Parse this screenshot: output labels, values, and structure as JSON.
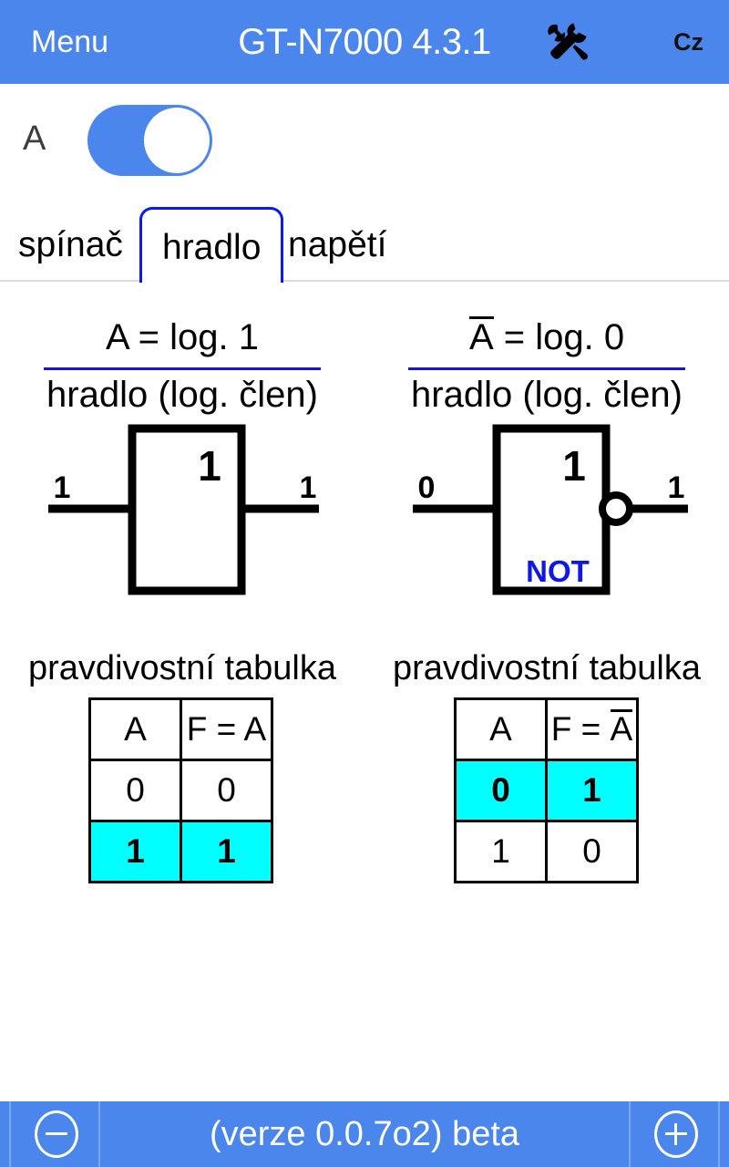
{
  "header": {
    "menu_label": "Menu",
    "title": "GT-N7000 4.3.1",
    "tools_icon": "hammer-wrench-icon",
    "language_label": "Cz",
    "background_color": "#4b86ec"
  },
  "toggle": {
    "label": "A",
    "state": "on",
    "accent_color": "#4b86ec"
  },
  "tabs": {
    "active_index": 1,
    "active_color": "#0c18ec",
    "items": [
      {
        "label": "spínač"
      },
      {
        "label": "hradlo"
      },
      {
        "label": "napětí"
      }
    ]
  },
  "panels": [
    {
      "equation_prefix": "",
      "equation_var": "A",
      "equation_overline": false,
      "equation_suffix": " = log. 1",
      "rule_color": "#1613e0",
      "subtitle": "hradlo (log. člen)",
      "gate": {
        "type": "buffer",
        "symbol": "1",
        "input_value": "1",
        "output_value": "1",
        "inverted": false,
        "tag": "",
        "tag_color": "#0c18ec"
      },
      "table_caption": "pravdivostní tabulka",
      "table": {
        "headers": [
          "A",
          "F = A"
        ],
        "header_overline_col": -1,
        "rows": [
          {
            "cells": [
              "0",
              "0"
            ],
            "highlighted": false
          },
          {
            "cells": [
              "1",
              "1"
            ],
            "highlighted": true
          }
        ],
        "highlight_color": "#00ffff"
      }
    },
    {
      "equation_prefix": "",
      "equation_var": "A",
      "equation_overline": true,
      "equation_suffix": " = log. 0",
      "rule_color": "#1613e0",
      "subtitle": "hradlo (log. člen)",
      "gate": {
        "type": "inverter",
        "symbol": "1",
        "input_value": "0",
        "output_value": "1",
        "inverted": true,
        "tag": "NOT",
        "tag_color": "#0c18ec"
      },
      "table_caption": "pravdivostní tabulka",
      "table": {
        "headers": [
          "A",
          "F = A"
        ],
        "header_overline_col": 1,
        "rows": [
          {
            "cells": [
              "0",
              "1"
            ],
            "highlighted": true
          },
          {
            "cells": [
              "1",
              "0"
            ],
            "highlighted": false
          }
        ],
        "highlight_color": "#00ffff"
      }
    }
  ],
  "footer": {
    "version_text": "(verze 0.0.7o2) beta",
    "decrease_icon": "minus-circle-icon",
    "increase_icon": "plus-circle-icon",
    "background_color": "#4b86ec"
  }
}
